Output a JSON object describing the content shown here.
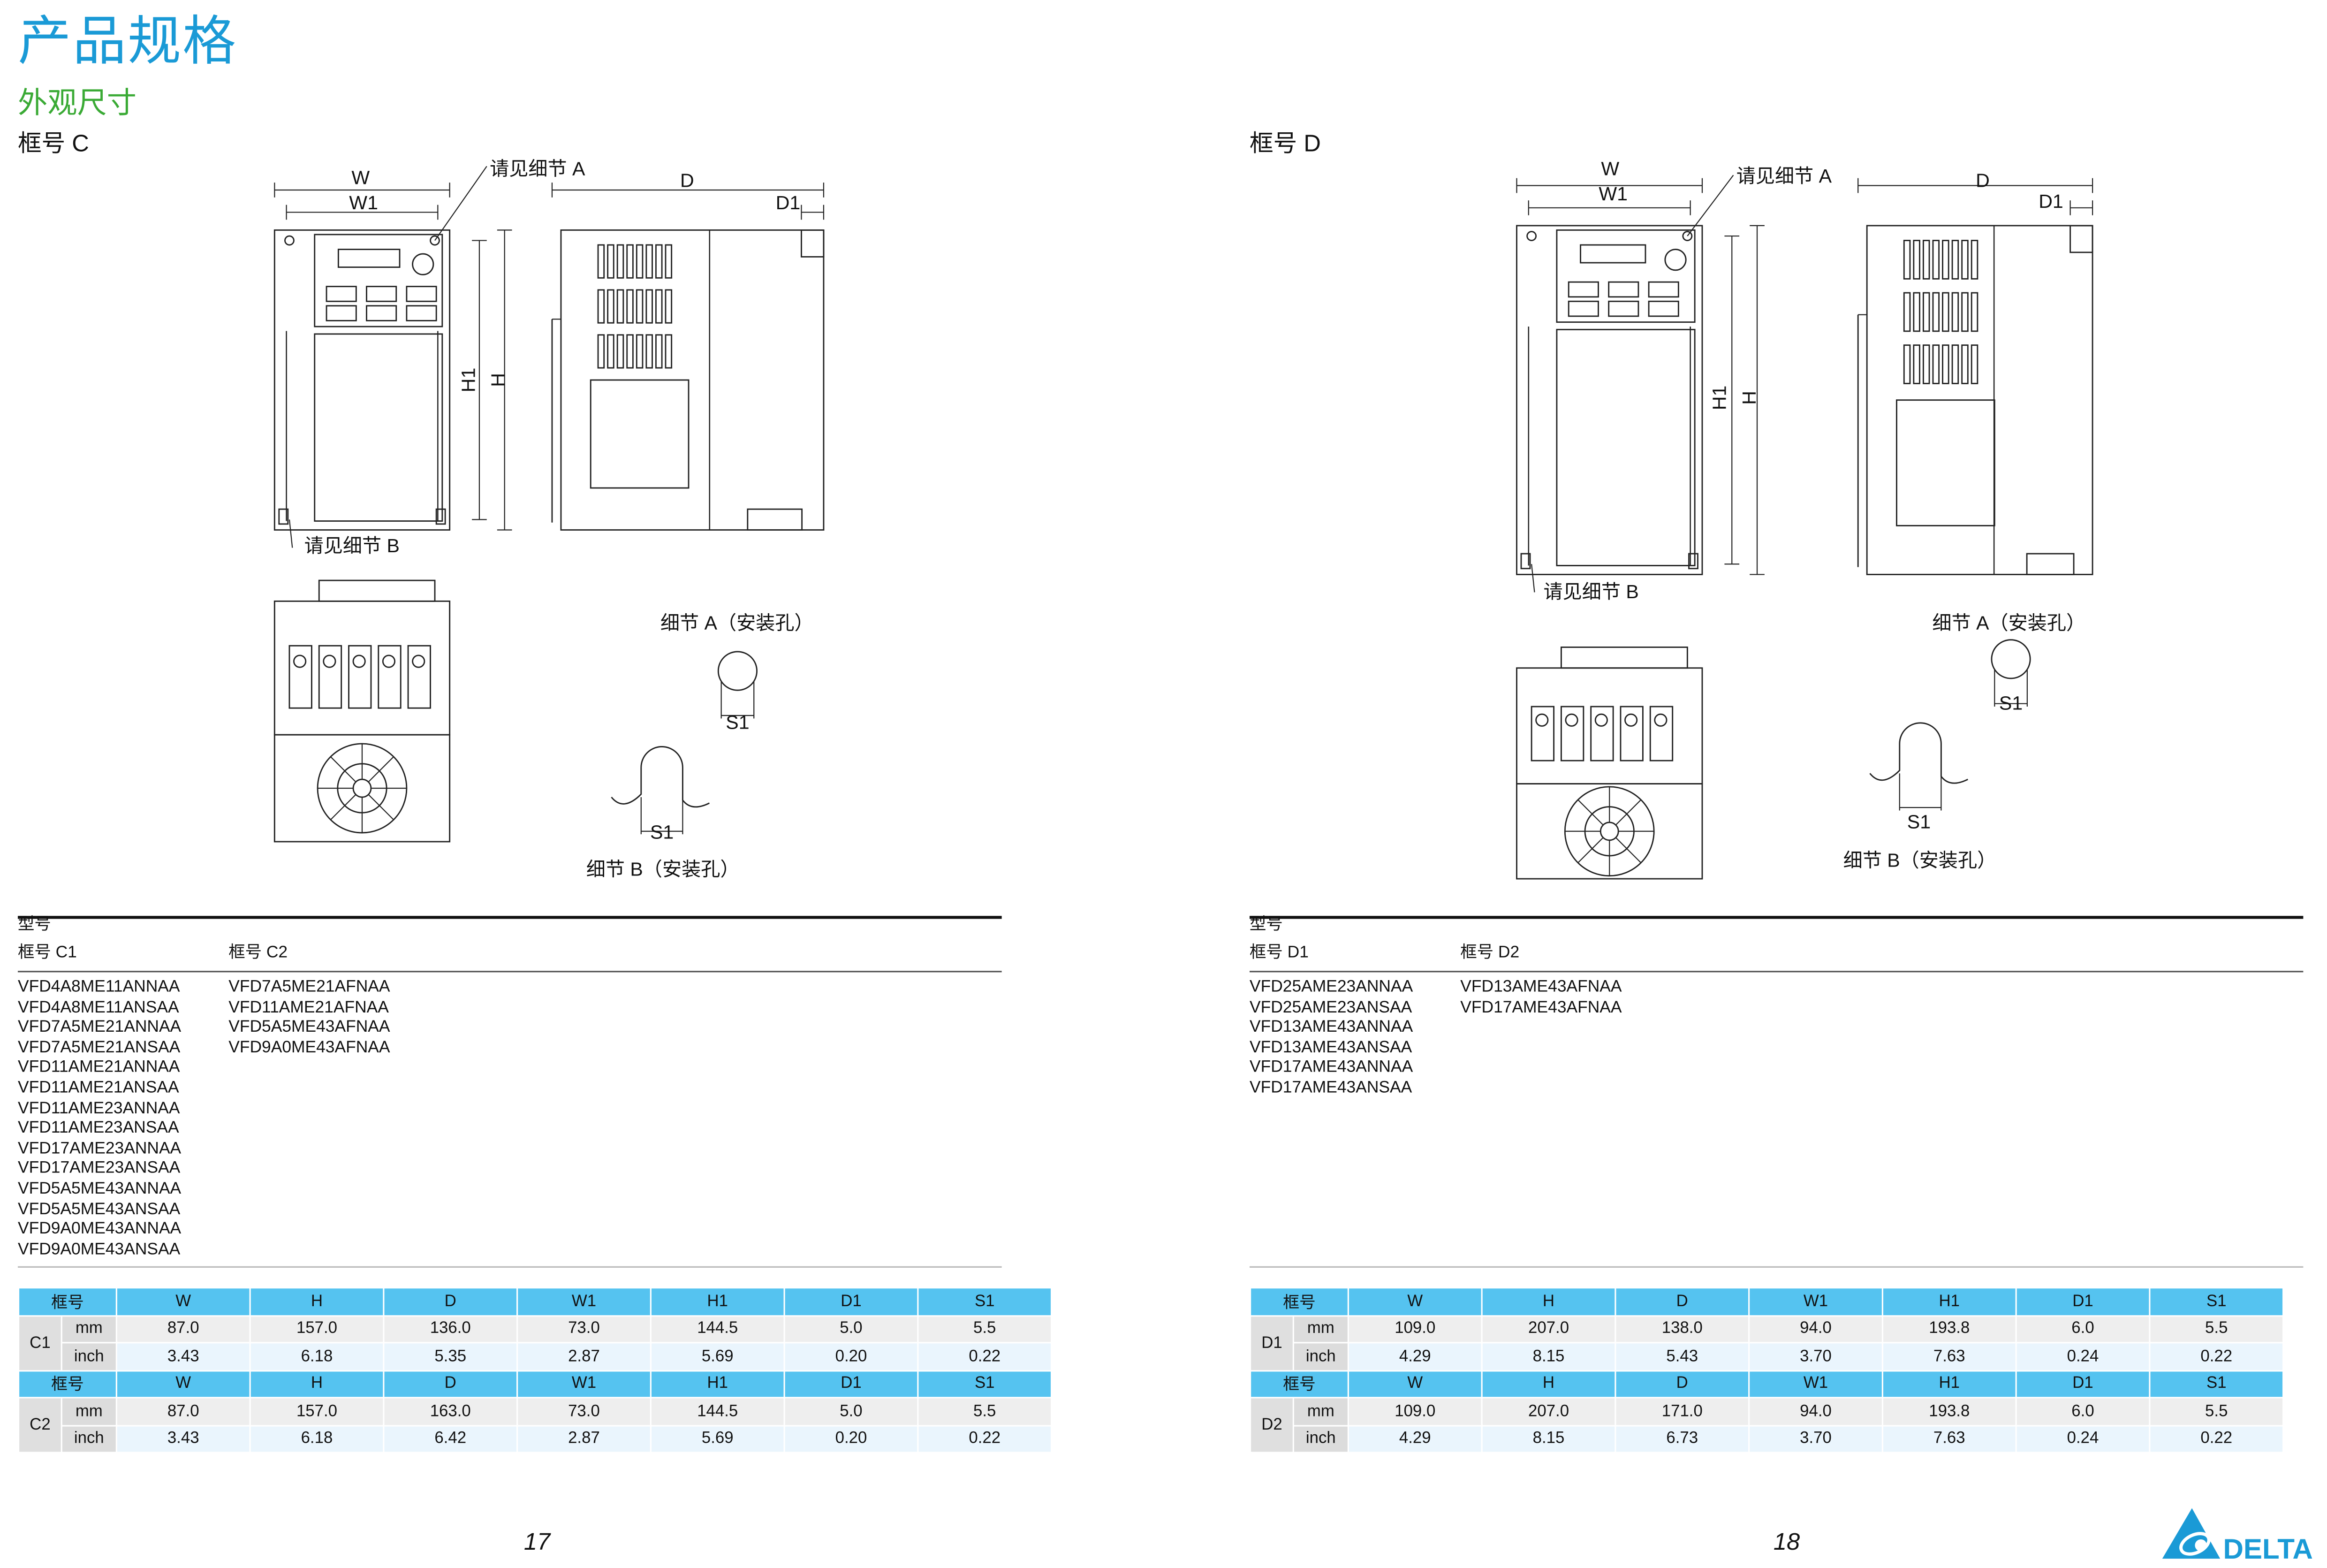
{
  "page_title": "产品规格",
  "section_title": "外观尺寸",
  "left": {
    "frame_label": "框号 C",
    "drawing": {
      "W": "W",
      "W1": "W1",
      "D": "D",
      "D1": "D1",
      "H": "H",
      "H1": "H1",
      "see_detail_a": "请见细节 A",
      "see_detail_b": "请见细节 B",
      "detail_a": "细节 A（安装孔）",
      "detail_b": "细节 B（安装孔）",
      "s1_a": "S1",
      "s1_b": "S1"
    },
    "models": {
      "heading": "型号",
      "columns": [
        {
          "label": "框号 C1",
          "items": [
            "VFD4A8ME11ANNAA",
            "VFD4A8ME11ANSAA",
            "VFD7A5ME21ANNAA",
            "VFD7A5ME21ANSAA",
            "VFD11AME21ANNAA",
            "VFD11AME21ANSAA",
            "VFD11AME23ANNAA",
            "VFD11AME23ANSAA",
            "VFD17AME23ANNAA",
            "VFD17AME23ANSAA",
            "VFD5A5ME43ANNAA",
            "VFD5A5ME43ANSAA",
            "VFD9A0ME43ANNAA",
            "VFD9A0ME43ANSAA"
          ]
        },
        {
          "label": "框号 C2",
          "items": [
            "VFD7A5ME21AFNAA",
            "VFD11AME21AFNAA",
            "VFD5A5ME43AFNAA",
            "VFD9A0ME43AFNAA"
          ]
        }
      ]
    },
    "spec_table": {
      "header": [
        "框号",
        "W",
        "H",
        "D",
        "W1",
        "H1",
        "D1",
        "S1"
      ],
      "blocks": [
        {
          "frame": "C1",
          "rows": [
            {
              "unit": "mm",
              "values": [
                "87.0",
                "157.0",
                "136.0",
                "73.0",
                "144.5",
                "5.0",
                "5.5"
              ]
            },
            {
              "unit": "inch",
              "values": [
                "3.43",
                "6.18",
                "5.35",
                "2.87",
                "5.69",
                "0.20",
                "0.22"
              ]
            }
          ]
        },
        {
          "frame": "C2",
          "rows": [
            {
              "unit": "mm",
              "values": [
                "87.0",
                "157.0",
                "163.0",
                "73.0",
                "144.5",
                "5.0",
                "5.5"
              ]
            },
            {
              "unit": "inch",
              "values": [
                "3.43",
                "6.18",
                "6.42",
                "2.87",
                "5.69",
                "0.20",
                "0.22"
              ]
            }
          ]
        }
      ]
    },
    "page_number": "17"
  },
  "right": {
    "frame_label": "框号 D",
    "drawing": {
      "W": "W",
      "W1": "W1",
      "D": "D",
      "D1": "D1",
      "H": "H",
      "H1": "H1",
      "see_detail_a": "请见细节 A",
      "see_detail_b": "请见细节 B",
      "detail_a": "细节 A（安装孔）",
      "detail_b": "细节 B（安装孔）",
      "s1_a": "S1",
      "s1_b": "S1"
    },
    "models": {
      "heading": "型号",
      "columns": [
        {
          "label": "框号 D1",
          "items": [
            "VFD25AME23ANNAA",
            "VFD25AME23ANSAA",
            "VFD13AME43ANNAA",
            "VFD13AME43ANSAA",
            "VFD17AME43ANNAA",
            "VFD17AME43ANSAA"
          ]
        },
        {
          "label": "框号 D2",
          "items": [
            "VFD13AME43AFNAA",
            "VFD17AME43AFNAA"
          ]
        }
      ]
    },
    "spec_table": {
      "header": [
        "框号",
        "W",
        "H",
        "D",
        "W1",
        "H1",
        "D1",
        "S1"
      ],
      "blocks": [
        {
          "frame": "D1",
          "rows": [
            {
              "unit": "mm",
              "values": [
                "109.0",
                "207.0",
                "138.0",
                "94.0",
                "193.8",
                "6.0",
                "5.5"
              ]
            },
            {
              "unit": "inch",
              "values": [
                "4.29",
                "8.15",
                "5.43",
                "3.70",
                "7.63",
                "0.24",
                "0.22"
              ]
            }
          ]
        },
        {
          "frame": "D2",
          "rows": [
            {
              "unit": "mm",
              "values": [
                "109.0",
                "207.0",
                "171.0",
                "94.0",
                "193.8",
                "6.0",
                "5.5"
              ]
            },
            {
              "unit": "inch",
              "values": [
                "4.29",
                "8.15",
                "6.73",
                "3.70",
                "7.63",
                "0.24",
                "0.22"
              ]
            }
          ]
        }
      ]
    },
    "page_number": "18"
  },
  "logo": {
    "text": "DELTA",
    "color": "#1a9ad6"
  },
  "colors": {
    "title": "#1a9ad6",
    "subtitle": "#3aaa35",
    "table_header": "#55c3f0"
  }
}
